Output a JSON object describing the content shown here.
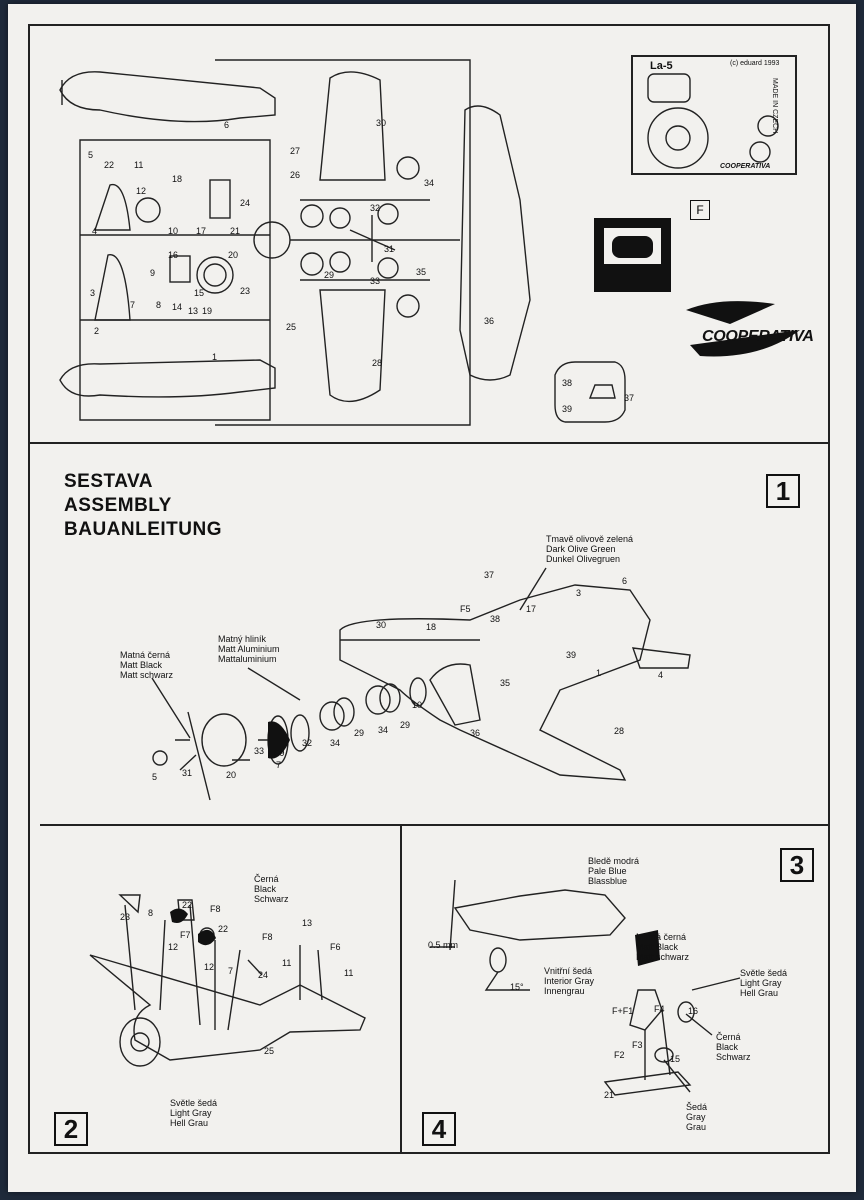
{
  "title": {
    "line1": "SESTAVA",
    "line2": "ASSEMBLY",
    "line3": "BAUANLEITUNG"
  },
  "steps": {
    "s1": "1",
    "s2": "2",
    "s3": "3",
    "s4": "4"
  },
  "etch_plate": {
    "model": "La-5",
    "copyright": "(c) eduard 1993",
    "made_in": "MADE IN CZECH",
    "maker": "COOPERATIVA"
  },
  "brand": {
    "name": "COOPERATIVA"
  },
  "fret_letter": "F",
  "colors": {
    "dark_olive": [
      "Tmavě olivově zelená",
      "Dark Olive Green",
      "Dunkel Olivegruen"
    ],
    "matt_alu": [
      "Matný hliník",
      "Matt Aluminium",
      "Mattaluminium"
    ],
    "matt_black": [
      "Matná černá",
      "Matt Black",
      "Matt schwarz"
    ],
    "black": [
      "Černá",
      "Black",
      "Schwarz"
    ],
    "light_gray": [
      "Světle šedá",
      "Light Gray",
      "Hell Grau"
    ],
    "pale_blue": [
      "Bledě modrá",
      "Pale Blue",
      "Blassblue"
    ],
    "interior_gray": [
      "Vnitřní šedá",
      "Interior Gray",
      "Innengrau"
    ],
    "gray": [
      "Šedá",
      "Gray",
      "Grau"
    ]
  },
  "dimensions": {
    "gap": "0.5 mm",
    "angle": "15°"
  },
  "parts": {
    "sprue": [
      "1",
      "2",
      "3",
      "4",
      "5",
      "6",
      "7",
      "8",
      "9",
      "10",
      "11",
      "12",
      "13",
      "14",
      "15",
      "16",
      "17",
      "18",
      "19",
      "20",
      "21",
      "22",
      "23",
      "24",
      "25",
      "26",
      "27",
      "28",
      "29",
      "30",
      "31",
      "32",
      "33",
      "34",
      "35",
      "36",
      "37",
      "38",
      "39"
    ],
    "step1": [
      "37",
      "6",
      "3",
      "F5",
      "38",
      "17",
      "18",
      "30",
      "39",
      "1",
      "4",
      "10",
      "35",
      "29",
      "34",
      "29",
      "34",
      "32",
      "F9",
      "7",
      "33",
      "20",
      "31",
      "5",
      "36",
      "28"
    ],
    "step2": [
      "23",
      "8",
      "22",
      "F8",
      "F7",
      "22",
      "12",
      "F8",
      "13",
      "F6",
      "12",
      "7",
      "24",
      "11",
      "11",
      "25"
    ],
    "step4": [
      "F+F1",
      "F4",
      "16",
      "F3",
      "F2",
      "15",
      "21"
    ]
  }
}
